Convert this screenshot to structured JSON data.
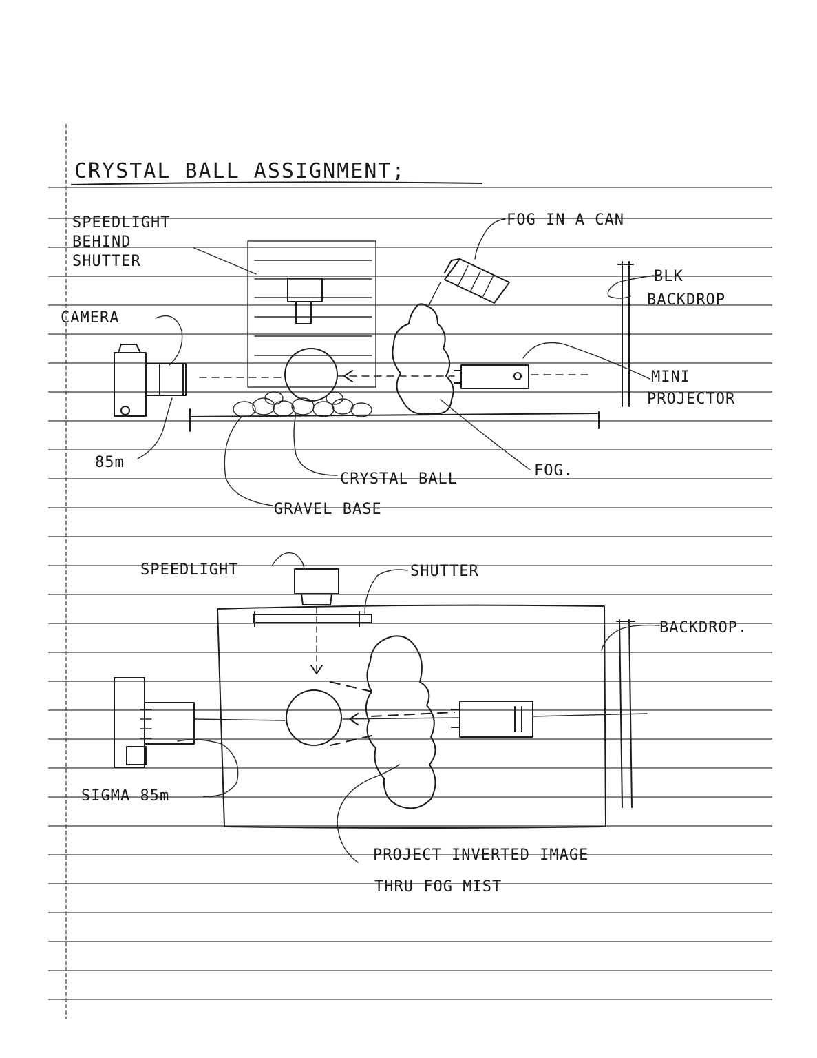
{
  "title": "CRYSTAL BALL ASSIGNMENT;",
  "side_view": {
    "labels": {
      "speedlight_line1": "SPEEDLIGHT",
      "speedlight_line2": "BEHIND",
      "speedlight_line3": "SHUTTER",
      "fog_can": "FOG IN A CAN",
      "backdrop_line1": "BLK",
      "backdrop_line2": "BACKDROP",
      "camera": "CAMERA",
      "projector_line1": "MINI",
      "projector_line2": "PROJECTOR",
      "lens": "85m",
      "fog": "FOG.",
      "crystal_ball": "CRYSTAL BALL",
      "gravel_base": "GRAVEL BASE"
    }
  },
  "top_view": {
    "labels": {
      "speedlight": "SPEEDLIGHT",
      "shutter": "SHUTTER",
      "backdrop": "BACKDROP.",
      "lens": "SIGMA 85m",
      "note_line1": "PROJECT INVERTED IMAGE",
      "note_line2": "THRU FOG MIST"
    }
  }
}
